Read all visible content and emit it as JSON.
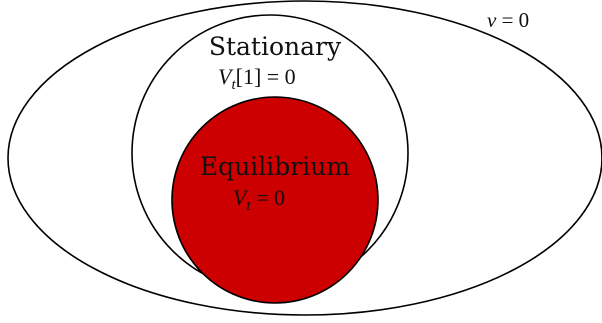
{
  "diagram": {
    "outer": {
      "label": "v = 0",
      "fill": "#ffffff",
      "stroke": "#000000"
    },
    "middle": {
      "label": "Stationary",
      "condition": "V_t[1] = 0",
      "fill": "#ffffff",
      "stroke": "#000000"
    },
    "inner": {
      "label": "Equilibrium",
      "condition": "V_t = 0",
      "fill": "#cc0000",
      "stroke": "#000000"
    }
  }
}
